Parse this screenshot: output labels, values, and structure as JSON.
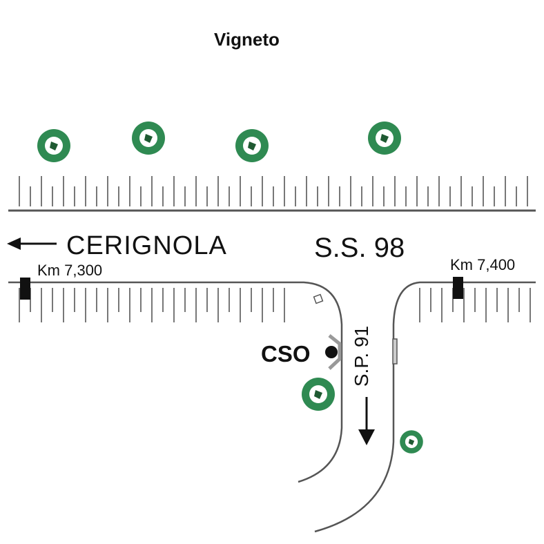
{
  "labels": {
    "area": "Vigneto",
    "destination": "CERIGNOLA",
    "main_road": "S.S. 98",
    "km_left": "Km 7,300",
    "km_right": "Km 7,400",
    "station": "CSO",
    "side_road": "S.P. 91"
  },
  "colors": {
    "road_line": "#555555",
    "text": "#111111",
    "tree_dark": "#1f5a32",
    "tree_light": "#2f8a52",
    "marker": "#111111",
    "sign": "#999999"
  },
  "icons": {
    "tree": "tree-icon",
    "kilometer_marker": "km-marker-icon",
    "station": "station-dot-icon",
    "sign": "sign-icon",
    "direction": "arrow-icon"
  }
}
